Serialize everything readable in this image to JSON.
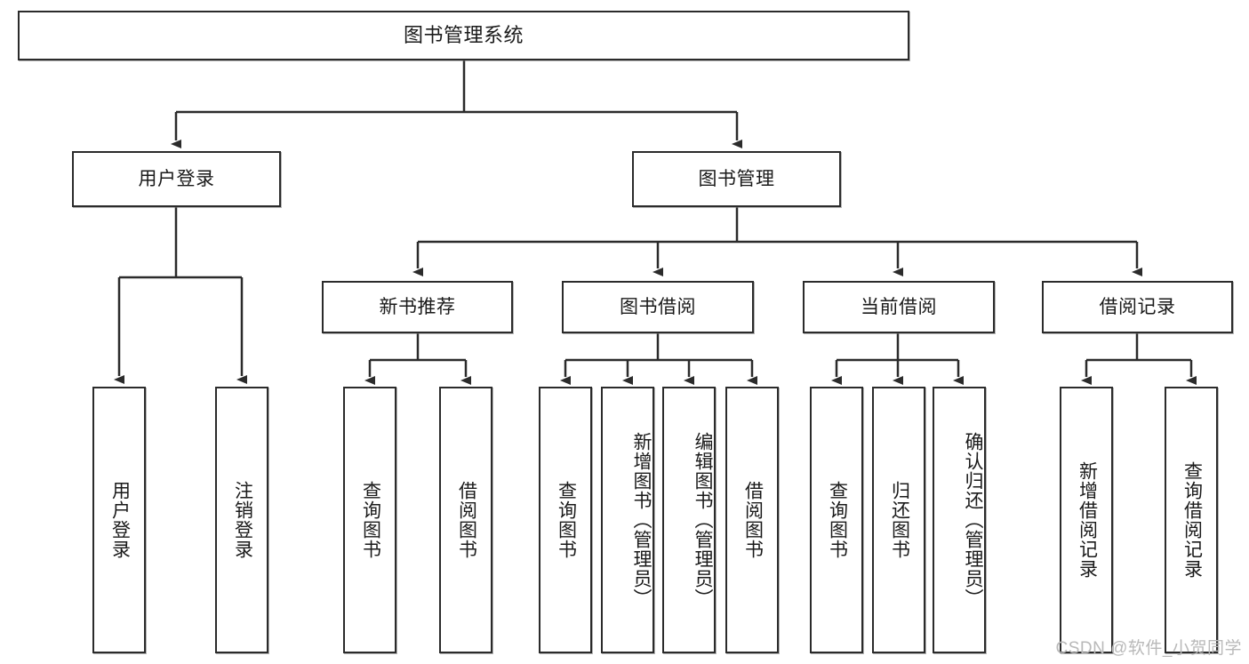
{
  "diagram": {
    "title": "图书管理系统",
    "type": "tree",
    "watermark": "CSDN @软件_小贺同学",
    "root": {
      "label": "图书管理系统"
    },
    "level2": [
      {
        "label": "用户登录"
      },
      {
        "label": "图书管理"
      }
    ],
    "level3": [
      {
        "label": "新书推荐"
      },
      {
        "label": "图书借阅"
      },
      {
        "label": "当前借阅"
      },
      {
        "label": "借阅记录"
      }
    ],
    "leaves": {
      "user_login": [
        {
          "label": "用户登录"
        },
        {
          "label": "注销登录"
        }
      ],
      "new_book": [
        {
          "label": "查询图书"
        },
        {
          "label": "借阅图书"
        }
      ],
      "book_borrow": [
        {
          "label": "查询图书"
        },
        {
          "label": "新增图书（管理员）"
        },
        {
          "label": "编辑图书（管理员）"
        },
        {
          "label": "借阅图书"
        }
      ],
      "current_borrow": [
        {
          "label": "查询图书"
        },
        {
          "label": "归还图书"
        },
        {
          "label": "确认归还（管理员）"
        }
      ],
      "borrow_record": [
        {
          "label": "新增借阅记录"
        },
        {
          "label": "查询借阅记录"
        }
      ]
    },
    "colors": {
      "stroke": "#2b2b2b",
      "fill": "#ffffff",
      "text": "#1a1a1a",
      "watermark": "#b9b9b9"
    }
  }
}
